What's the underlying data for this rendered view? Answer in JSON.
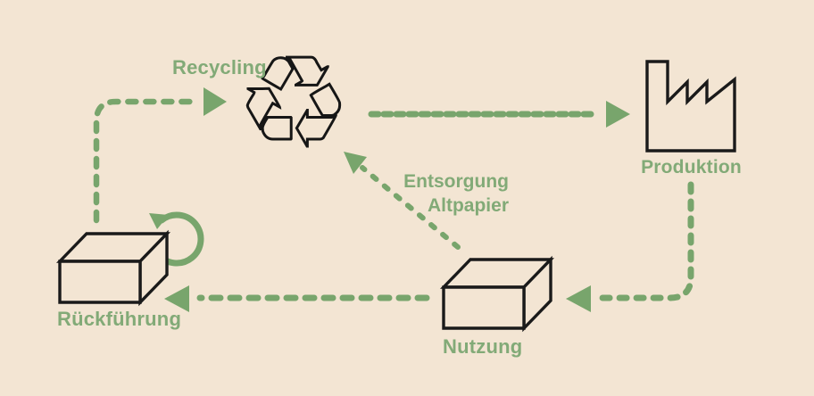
{
  "diagram": {
    "type": "cycle-flow-diagram",
    "colors": {
      "background": "#f3e5d3",
      "accent_green": "#78a56c",
      "label_green": "#82aa77",
      "icon_black": "#1a1a1a"
    },
    "nodes": {
      "recycling": {
        "label": "Recycling",
        "icon": "recycle-icon",
        "icon_char": "♻"
      },
      "produktion": {
        "label": "Produktion",
        "icon": "factory-icon"
      },
      "nutzung": {
        "label": "Nutzung",
        "icon": "box-icon"
      },
      "rueckfuehrung": {
        "label": "Rückführung",
        "icon": "box-icon",
        "extra_icon": "loop-arrow-icon"
      }
    },
    "edges": {
      "rueckfuehrung_to_recycling": {
        "from": "rueckfuehrung",
        "to": "recycling",
        "style": "dotted-arrow"
      },
      "recycling_to_produktion": {
        "from": "recycling",
        "to": "produktion",
        "style": "dotted-arrow"
      },
      "produktion_to_nutzung": {
        "from": "produktion",
        "to": "nutzung",
        "style": "dotted-arrow"
      },
      "nutzung_to_rueckfuehrung": {
        "from": "nutzung",
        "to": "rueckfuehrung",
        "style": "dotted-arrow"
      },
      "nutzung_to_recycling": {
        "from": "nutzung",
        "to": "recycling",
        "style": "dotted-arrow",
        "label_lines": [
          "Entsorgung",
          "Altpapier"
        ]
      }
    }
  }
}
